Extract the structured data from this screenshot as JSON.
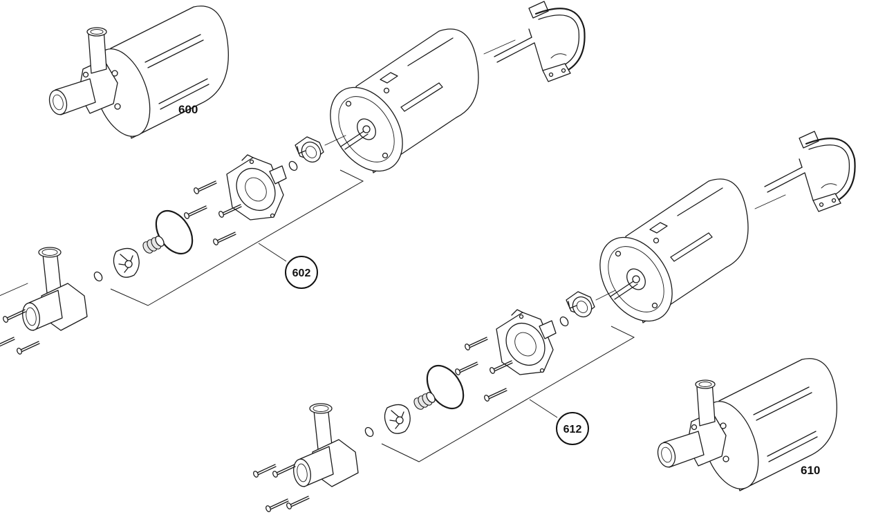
{
  "diagram": {
    "labels": {
      "assembly_600": "600",
      "callout_602": "602",
      "callout_612": "612",
      "assembly_610": "610"
    }
  }
}
